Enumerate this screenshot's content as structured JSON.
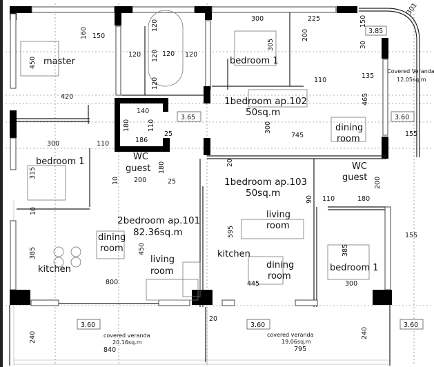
{
  "apartments": [
    {
      "name": "2bedroom ap.101",
      "area": "82.36sq.m"
    },
    {
      "name": "1bedroom ap.102",
      "area": "50sq.m"
    },
    {
      "name": "1bedroom ap.103",
      "area": "50sq.m"
    }
  ],
  "rooms": {
    "master": "master",
    "bedroom_101": "bedroom 1",
    "wc_101": "WC",
    "guest_101": "guest",
    "dining_101": "dining",
    "room_word": "room",
    "living_101": "living",
    "kitchen_101": "kitchen",
    "bedroom_102": "bedroom 1",
    "dining_102": "dining",
    "bedroom_103": "bedroom 1",
    "wc_103": "WC",
    "guest_103": "guest",
    "living_103": "living",
    "dining_103": "dining",
    "kitchen_103": "kitchen"
  },
  "verandas": [
    {
      "label": "covered veranda",
      "area": "20.16sq.m",
      "width": "840"
    },
    {
      "label": "covered veranda",
      "area": "19.06sq.m",
      "width": "795"
    },
    {
      "label": "Covered Veranda",
      "area": "12.05sq.m"
    }
  ],
  "level_tags": [
    "3.65",
    "3.85",
    "3.60",
    "3.60",
    "3.60",
    "3.60"
  ],
  "dimensions": {
    "d450a": "450",
    "d160": "160",
    "d150": "150",
    "stair_120": "120",
    "d420": "420",
    "d140": "140",
    "d180a": "180",
    "d110a": "110",
    "d186": "186",
    "d25": "25",
    "d300a": "300",
    "d110b": "110",
    "d315": "315",
    "d200a": "200",
    "d180b": "180",
    "d10": "10",
    "d300b": "300",
    "d225": "225",
    "d150b": "150",
    "d30": "30",
    "d305": "305",
    "d200b": "200",
    "d135": "135",
    "d110c": "110",
    "d300c": "300",
    "d465": "465",
    "d745": "745",
    "d155a": "155",
    "d301": "301",
    "d20": "20",
    "d200c": "200",
    "d90": "90",
    "d110d": "110",
    "d180c": "180",
    "d595": "595",
    "d445": "445",
    "d155b": "155",
    "d385a": "385",
    "d300d": "300",
    "d240": "240",
    "d385b": "385",
    "d450b": "450",
    "d800": "800"
  }
}
